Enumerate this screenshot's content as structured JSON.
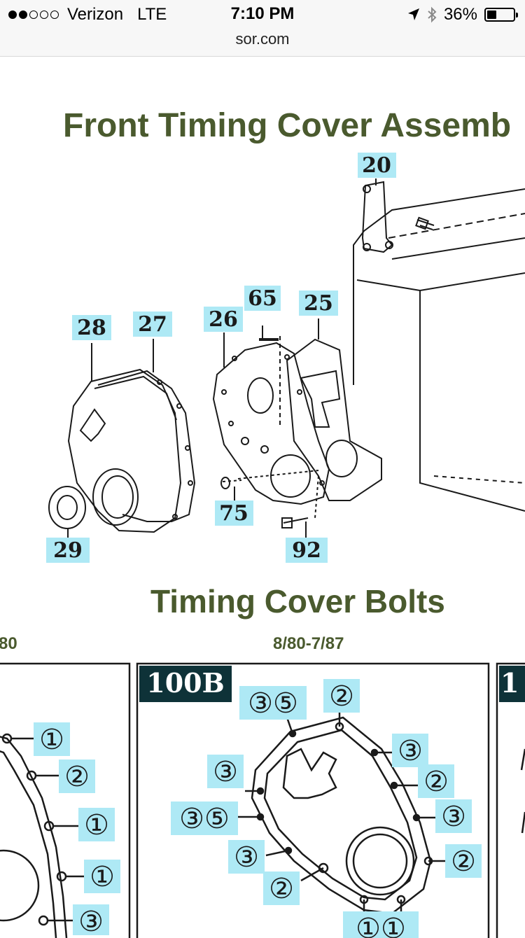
{
  "status_bar": {
    "signal_dots_filled": 2,
    "signal_dots_total": 5,
    "carrier": "Verizon",
    "network": "LTE",
    "time": "7:10 PM",
    "battery_percent": "36%",
    "battery_level": 0.36,
    "url": "sor.com",
    "icons": [
      "location-arrow-icon",
      "bluetooth-icon",
      "battery-icon"
    ]
  },
  "page": {
    "title": "Front Timing Cover Assemb",
    "diagram_labels": {
      "p20": "20",
      "p65": "65",
      "p25": "25",
      "p28": "28",
      "p27": "27",
      "p26": "26",
      "p75": "75",
      "p29": "29",
      "p92": "92"
    },
    "bolts_title": "Timing Cover Bolts",
    "left_date": "80",
    "mid_date": "8/80-7/87",
    "panel_code": "100B",
    "right_panel_code": "1",
    "callouts": {
      "c35a": "③⑤",
      "c2a": "②",
      "c3a": "③",
      "c3b": "③",
      "c2b": "②",
      "c35b": "③⑤",
      "c3c": "③",
      "c3d": "③",
      "c2c": "②",
      "c2d": "②",
      "c11": "①①",
      "l1a": "①",
      "l2a": "②",
      "l1b": "①",
      "l1c": "①",
      "l3a": "③"
    }
  },
  "colors": {
    "heading": "#4a5a2e",
    "label_bg": "#aee9f5",
    "panel_label_bg": "#0e3238"
  }
}
